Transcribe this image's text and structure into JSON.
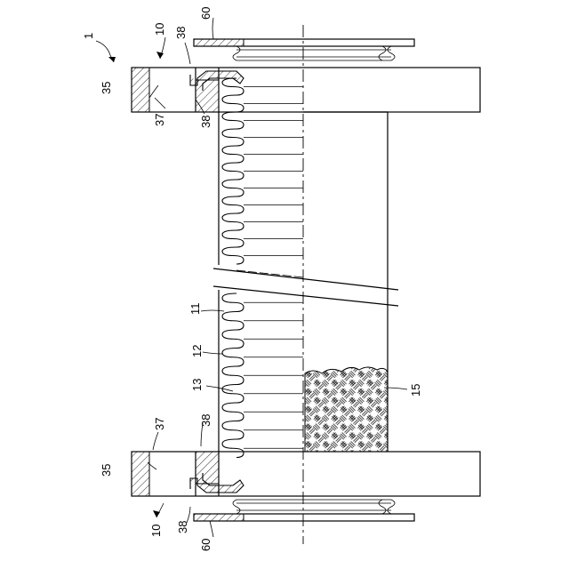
{
  "labels": {
    "assembly": "1",
    "end_fitting_top": "10",
    "end_fitting_bottom": "10",
    "gasket_top": "60",
    "gasket_bottom": "60",
    "seal_top_a": "38",
    "seal_top_b": "38",
    "seal_bottom_a": "38",
    "seal_bottom_b": "38",
    "flange_top": "35",
    "flange_bottom": "35",
    "collar_top": "37",
    "collar_bottom": "37",
    "inner_tube": "11",
    "reinforcement": "12",
    "outer_layer": "13",
    "core": "15"
  },
  "corrugation_count_upper": 11,
  "corrugation_count_lower": 9
}
